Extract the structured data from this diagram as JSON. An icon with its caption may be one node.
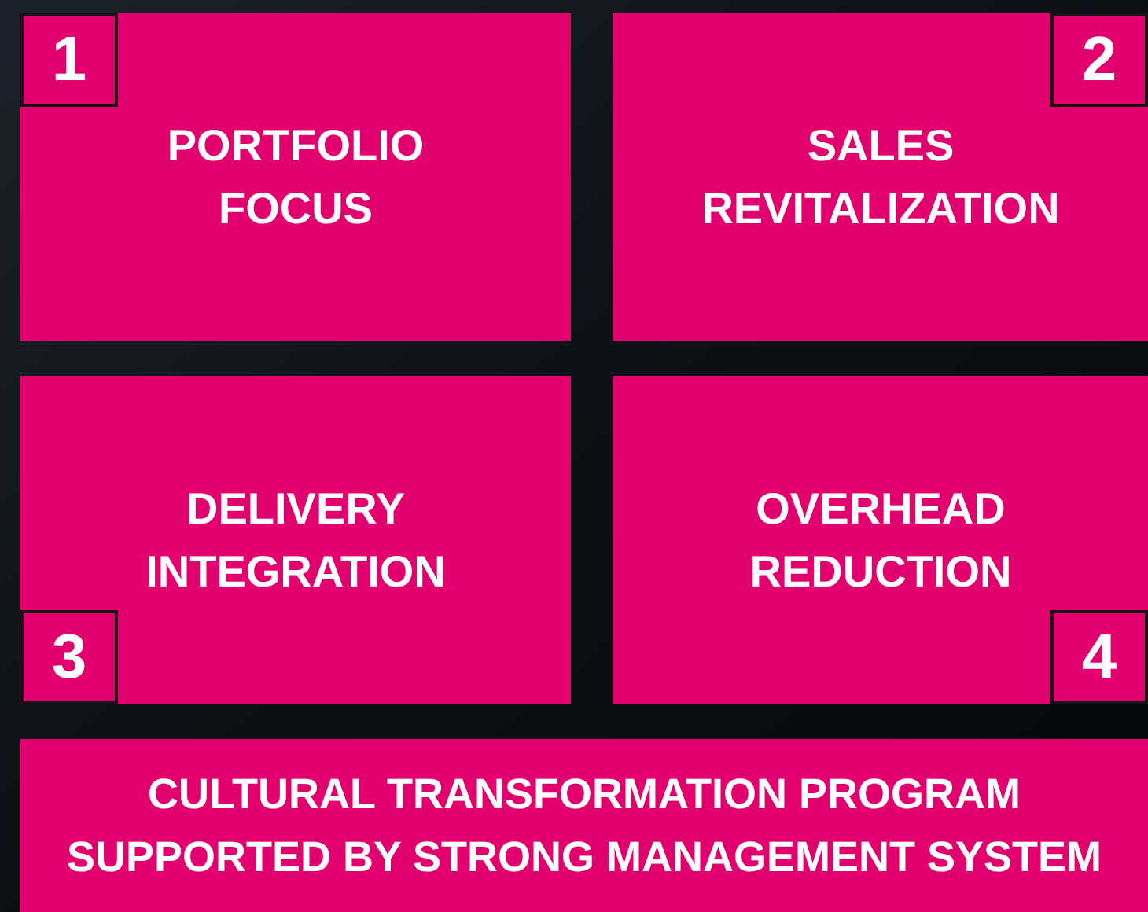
{
  "diagram": {
    "nodes": [
      {
        "text": [
          "PORTFOLIO FOCUS"
        ]
      },
      {
        "text": [
          "1"
        ],
        "in": 0
      },
      {
        "text": [
          "SALES REVITALIZATION"
        ]
      },
      {
        "text": [
          "2"
        ],
        "in": 2
      },
      {
        "text": [
          "DELIVERY INTEGRATION"
        ]
      },
      {
        "text": [
          "3"
        ],
        "in": 4
      },
      {
        "text": [
          "OVERHEAD REDUCTION"
        ]
      },
      {
        "text": [
          "4"
        ],
        "in": 6
      },
      {
        "text": [
          "CULTURAL TRANSFORMATION PROGRAM SUPPORTED BY STRONG MANAGEMENT SYSTEM"
        ]
      }
    ]
  }
}
